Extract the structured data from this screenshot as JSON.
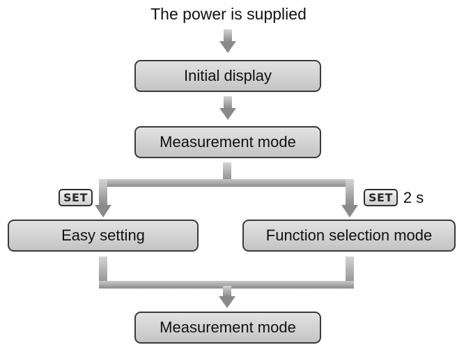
{
  "diagram": {
    "start_label": "The power is supplied",
    "nodes": {
      "initial_display": "Initial display",
      "measurement_mode_top": "Measurement mode",
      "easy_setting": "Easy setting",
      "function_selection_mode": "Function selection mode",
      "measurement_mode_bottom": "Measurement mode"
    },
    "branch_left": {
      "key_label": "SET"
    },
    "branch_right": {
      "key_label": "SET",
      "duration": "2 s"
    }
  },
  "colors": {
    "connector_light": "#b0b0b0",
    "connector_dark": "#858585",
    "box_border": "#3a3a3a",
    "box_fill_top": "#e2e2e2",
    "box_fill_bottom": "#c4c4c4"
  }
}
